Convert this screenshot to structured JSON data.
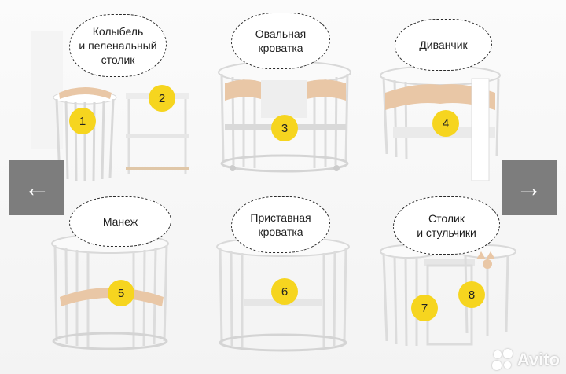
{
  "items": [
    {
      "label_lines": [
        "Колыбель",
        "и пеленальный",
        "столик"
      ],
      "badges": [
        "1",
        "2"
      ]
    },
    {
      "label_lines": [
        "Овальная",
        "кроватка"
      ],
      "badges": [
        "3"
      ]
    },
    {
      "label_lines": [
        "Диванчик"
      ],
      "badges": [
        "4"
      ]
    },
    {
      "label_lines": [
        "Манеж"
      ],
      "badges": [
        "5"
      ]
    },
    {
      "label_lines": [
        "Приставная",
        "кроватка"
      ],
      "badges": [
        "6"
      ]
    },
    {
      "label_lines": [
        "Столик",
        "и стульчики"
      ],
      "badges": [
        "7",
        "8"
      ]
    }
  ],
  "nav": {
    "prev_icon": "arrow-left-icon",
    "prev_glyph": "←",
    "next_icon": "arrow-right-icon",
    "next_glyph": "→"
  },
  "watermark": {
    "text": "Avito"
  },
  "colors": {
    "badge": "#f6d51f",
    "nav": "#7d7d7d",
    "cushion": "#e9c7a6",
    "frame": "#ffffff"
  }
}
